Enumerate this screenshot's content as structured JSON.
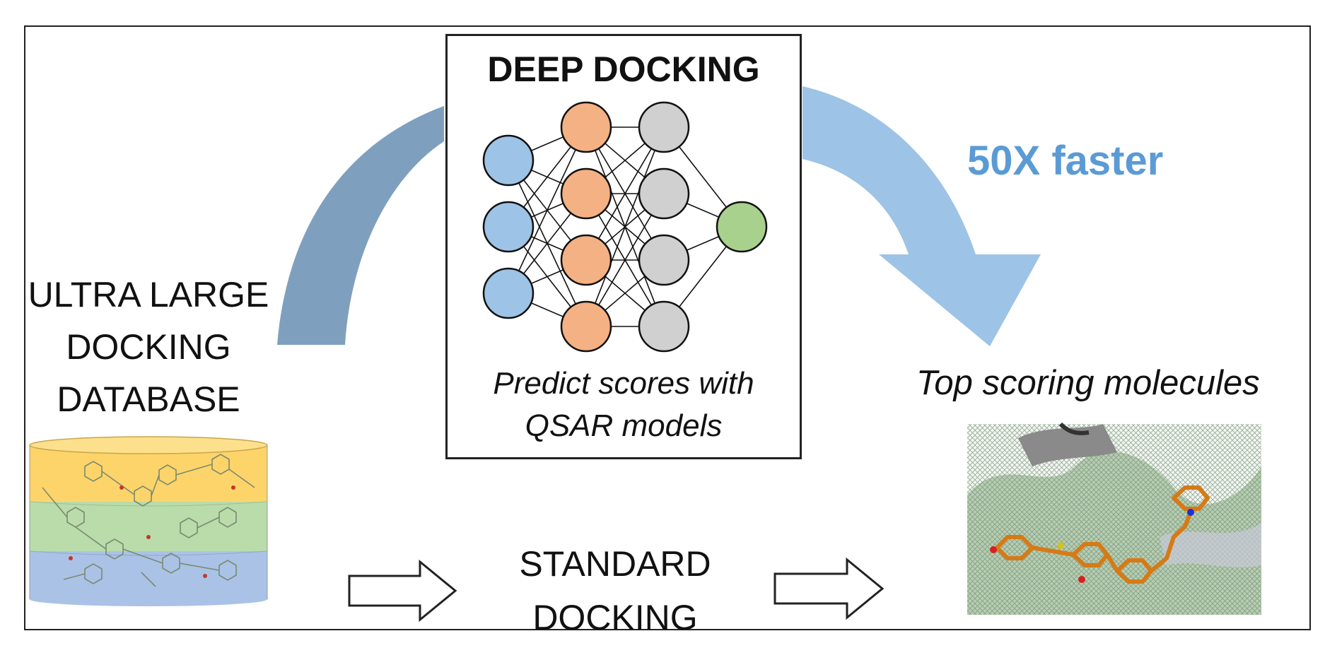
{
  "database": {
    "title_lines": [
      "ULTRA LARGE",
      "DOCKING",
      "DATABASE"
    ],
    "layer_colors": [
      "#fdd46a",
      "#b9dcaa",
      "#aac2e6"
    ]
  },
  "deep_docking": {
    "title": "DEEP DOCKING",
    "caption_lines": [
      "Predict scores with",
      "QSAR models"
    ],
    "network": {
      "layers": [
        3,
        4,
        4,
        1
      ],
      "layer_colors": [
        "#9dc3e6",
        "#f4b183",
        "#d0d0d0",
        "#a9d18e"
      ]
    }
  },
  "speedup": {
    "label": "50X faster",
    "color": "#5b9bd5"
  },
  "standard_docking": {
    "label_lines": [
      "STANDARD",
      "DOCKING"
    ]
  },
  "result": {
    "label": "Top scoring molecules"
  },
  "arrows": {
    "left_arc_color": "#7f9fbf",
    "right_arc_color": "#9dc3e6"
  }
}
